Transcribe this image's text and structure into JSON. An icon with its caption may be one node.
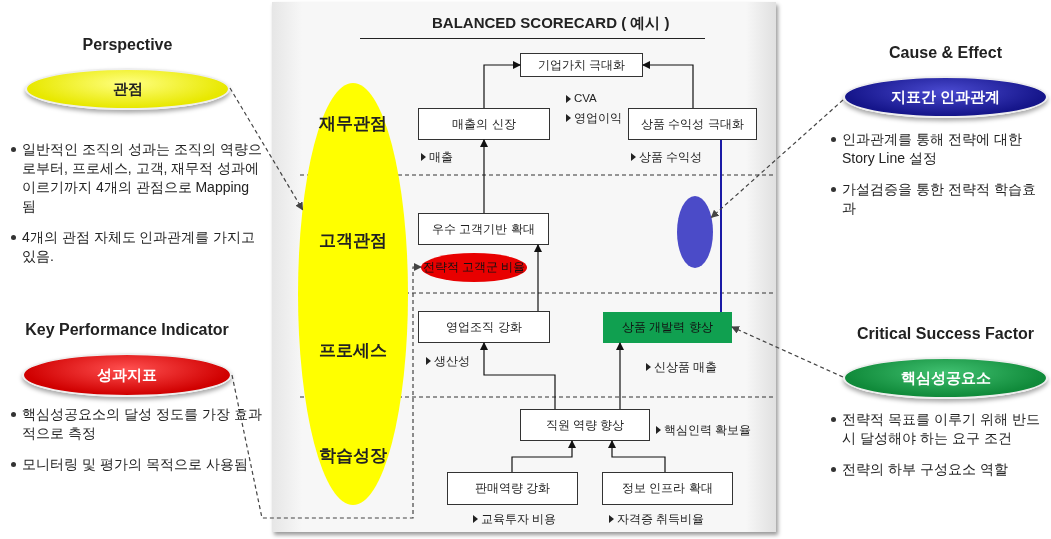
{
  "diagram": {
    "title": "BALANCED SCORECARD ( 예시 )",
    "nodes": [
      {
        "text": [
          "Perspective",
          "관점"
        ],
        "beside": [
          "일반적인 조직의 성과는 조직의 역량으로부터, 프로세스, 고객, 재무적 성과에 이르기까지 4개의 관점으로 Mapping 됨",
          "4개의 관점 자체도 인과관계를 가지고 있음."
        ]
      },
      {
        "text": [
          "재무관점",
          "고객관점",
          "프로세스",
          "학습성장"
        ]
      },
      {
        "text": [
          "Key Performance Indicator",
          "성과지표"
        ],
        "beside": [
          "핵심성공요소의 달성 정도를 가장 효과적으로 측정",
          "모니터링 및 평가의 목적으로 사용됨"
        ]
      },
      {
        "text": [
          "Cause & Effect",
          "지표간 인과관계"
        ],
        "beside": [
          "인과관계를 통해 전략에 대한 Story Line 설정",
          "가설검증을 통한 전략적 학습효과"
        ]
      },
      {
        "text": [
          "Critical Success Factor",
          "핵심성공요소"
        ],
        "beside": [
          "전략적 목표를 이루기 위해 반드시 달성해야 하는 요구 조건",
          "전략의 하부 구성요소 역할"
        ]
      },
      {
        "text": [
          "기업가치 극대화"
        ],
        "beside": [
          "CVA",
          "영업이익"
        ]
      },
      {
        "text": [
          "매출의 신장"
        ],
        "beside": [
          "매출"
        ]
      },
      {
        "text": [
          "상품 수익성 극대화"
        ],
        "beside": [
          "상품 수익성"
        ]
      },
      {
        "text": [
          "우수 고객기반 확대"
        ]
      },
      {
        "text": [
          "전략적 고객군 비율"
        ]
      },
      {
        "text": [],
        "shape": "ellipse"
      },
      {
        "text": [
          "영업조직 강화"
        ],
        "beside": [
          "생산성"
        ]
      },
      {
        "text": [
          "상품 개발력 향상"
        ],
        "beside": [
          "신상품 매출"
        ]
      },
      {
        "text": [
          "직원 역량 향상"
        ],
        "beside": [
          "핵심인력 확보율"
        ]
      },
      {
        "text": [
          "판매역량 강화"
        ],
        "beside": [
          "교육투자 비용"
        ]
      },
      {
        "text": [
          "정보 인프라 확대"
        ],
        "beside": [
          "자격증 취득비율"
        ]
      }
    ],
    "edges": [
      {
        "from": 6,
        "to": 5,
        "arrow": "to"
      },
      {
        "from": 7,
        "to": 5,
        "arrow": "to"
      },
      {
        "from": 8,
        "to": 6,
        "arrow": "to"
      },
      {
        "from": 11,
        "to": 8,
        "arrow": "to"
      },
      {
        "from": 12,
        "to": 7,
        "arrow": "none",
        "color": "#1a1aa6"
      },
      {
        "from": 13,
        "to": 11,
        "arrow": "to"
      },
      {
        "from": 13,
        "to": 12,
        "arrow": "to"
      },
      {
        "from": 14,
        "to": 13,
        "arrow": "to"
      },
      {
        "from": 15,
        "to": 13,
        "arrow": "to"
      },
      {
        "from": 0,
        "to": 1,
        "arrow": "to",
        "style": "dashed"
      },
      {
        "from": 2,
        "to": 9,
        "arrow": "to",
        "style": "dashed"
      },
      {
        "from": 3,
        "to": 10,
        "arrow": "to",
        "style": "dashed"
      },
      {
        "from": 4,
        "to": 12,
        "arrow": "to",
        "style": "dashed"
      }
    ]
  }
}
